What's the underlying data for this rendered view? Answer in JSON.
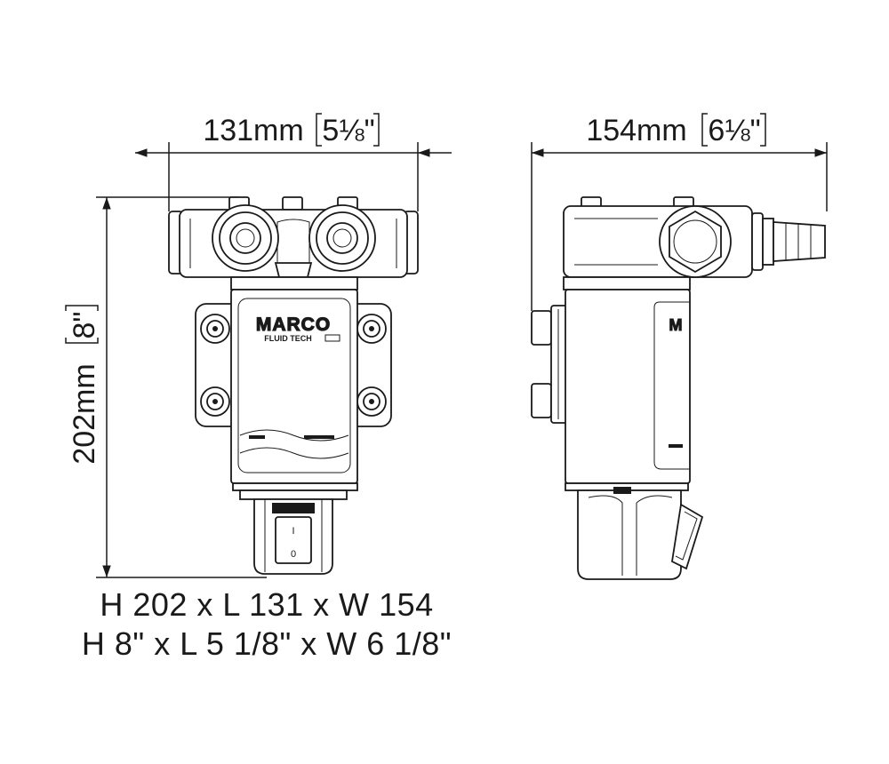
{
  "dimensions": {
    "length": {
      "metric": "131mm",
      "imperial": "5⅛\""
    },
    "width": {
      "metric": "154mm",
      "imperial": "6⅛\""
    },
    "height": {
      "metric": "202mm",
      "imperial": "8\""
    }
  },
  "product": {
    "brand": "MARCO",
    "brand_sub": "FLUID TECH",
    "switch_on": "I",
    "switch_off": "0"
  },
  "caption": {
    "line1": "H 202 x L 131 x W 154",
    "line2": "H 8\" x L 5 1/8\" x W 6 1/8\""
  }
}
